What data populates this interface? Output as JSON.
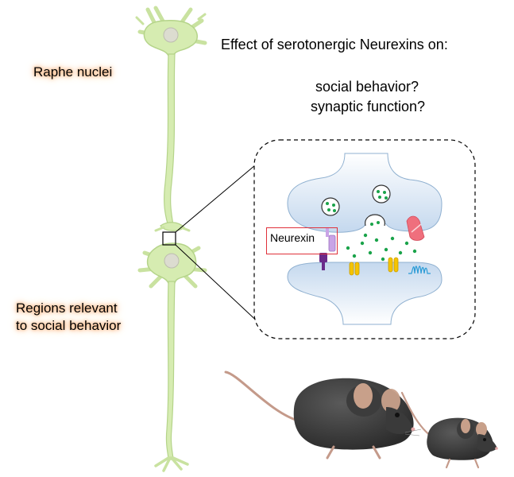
{
  "heading": "Effect of serotonergic Neurexins on:",
  "questions": [
    "social behavior?",
    "synaptic function?"
  ],
  "regions": {
    "top": "Raphe nuclei",
    "bottom": [
      "Regions relevant",
      "to social behavior"
    ]
  },
  "synapse_label": "Neurexin",
  "colors": {
    "neuron": "#d6ecb1",
    "neuron_stroke": "#b5d48a",
    "soma_nucleus": "#dcdcd0",
    "synapse_fill": "#c9dcef",
    "vesicle_dot": "#1aa34a",
    "label_glow": "#f7b27a",
    "highlight_box": "#e0303a",
    "neurexin": "#c9a3e6",
    "neurexin_partner": "#6a2a8a",
    "channel": "#f5c400",
    "receptor": "#ef6f7d",
    "wave": "#2a9bd6",
    "mouse": "#3a3a3a"
  },
  "icons": [
    "neuron",
    "synapse",
    "vesicle",
    "mouse"
  ]
}
